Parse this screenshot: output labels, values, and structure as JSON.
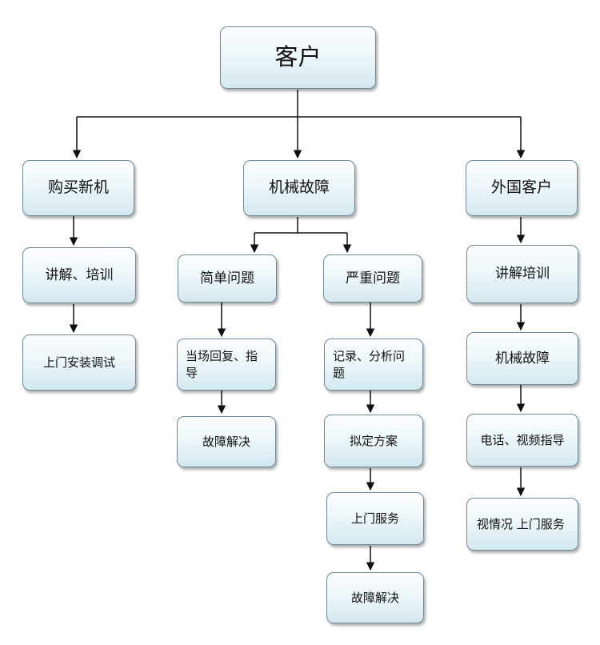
{
  "diagram": {
    "root": "客户",
    "branches": [
      {
        "label": "购买新机",
        "steps": [
          "讲解、培训",
          "上门安装调试"
        ]
      },
      {
        "label": "机械故障",
        "sub_branches": [
          {
            "label": "简单问题",
            "steps": [
              "当场回复、指导",
              "故障解决"
            ]
          },
          {
            "label": "严重问题",
            "steps": [
              "记录、分析问题",
              "拟定方案",
              "上门服务",
              "故障解决"
            ]
          }
        ]
      },
      {
        "label": "外国客户",
        "steps": [
          "讲解培训",
          "机械故障",
          "电话、视频指导",
          "视情况 上门服务"
        ]
      }
    ]
  },
  "colors": {
    "node_border": "#6f8b9a",
    "node_fill_top": "#fbfdfe",
    "node_fill_bottom": "#d3e9f0",
    "connector": "#111111"
  }
}
